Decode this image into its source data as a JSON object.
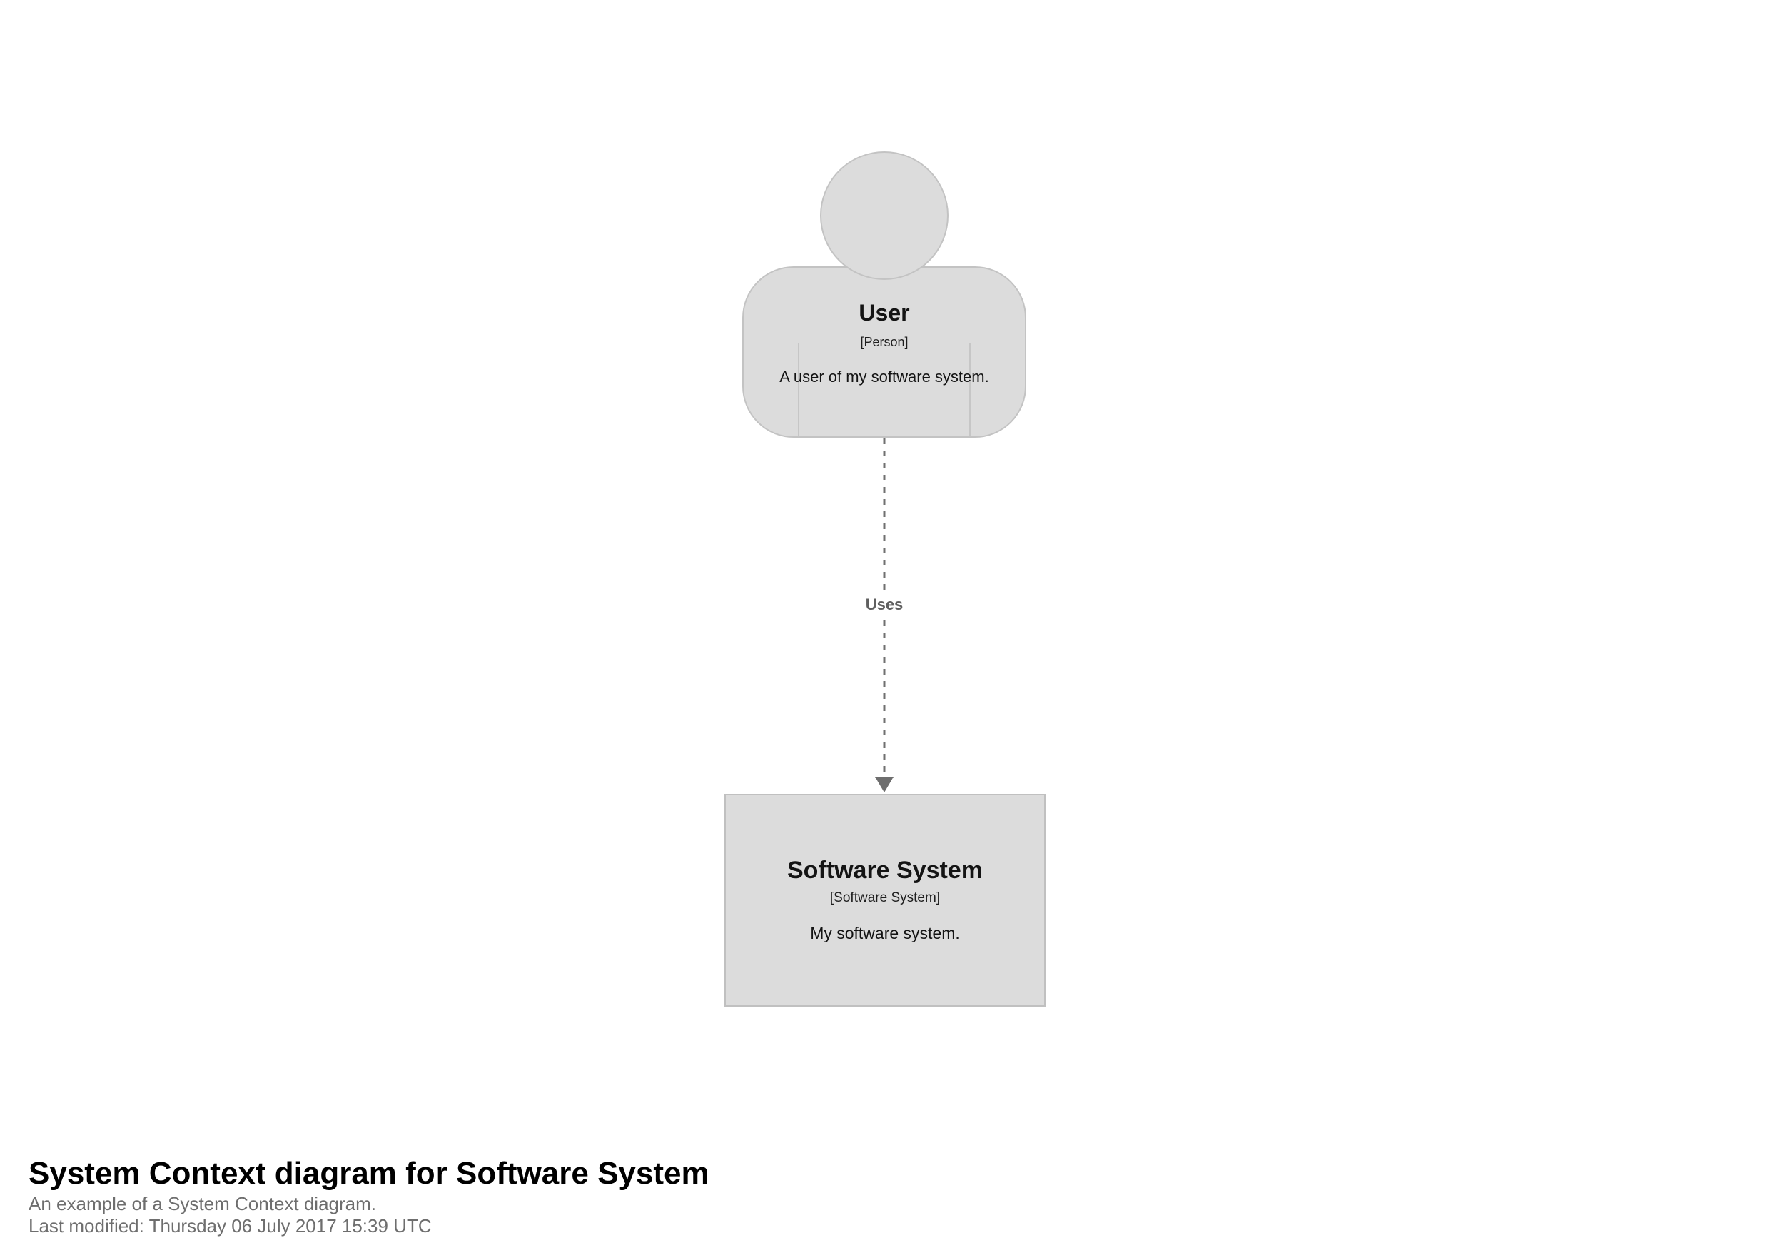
{
  "diagram": {
    "person": {
      "name": "User",
      "type_label": "[Person]",
      "description": "A user of my software system."
    },
    "system": {
      "name": "Software System",
      "type_label": "[Software System]",
      "description": "My software system."
    },
    "relationship": {
      "label": "Uses"
    },
    "colors": {
      "shape_fill": "#dcdcdc",
      "shape_border": "#c3c3c3",
      "arrow": "#707070",
      "relationship_label": "#5f5f5f",
      "node_text": "#141414",
      "background": "#ffffff"
    }
  },
  "footer": {
    "title": "System Context diagram for Software System",
    "subtitle": "An example of a System Context diagram.",
    "last_modified": "Last modified: Thursday 06 July 2017 15:39 UTC",
    "subtitle_color": "#6e6e6e"
  }
}
